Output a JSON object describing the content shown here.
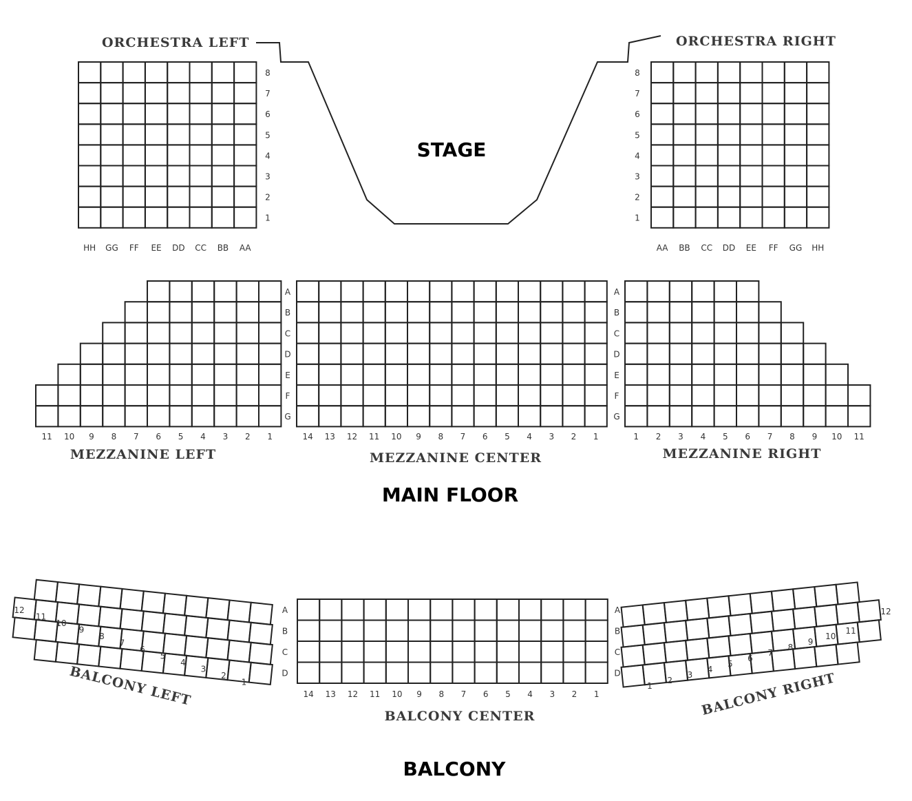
{
  "labels": {
    "stage": "STAGE",
    "main_floor": "MAIN FLOOR",
    "balcony": "BALCONY",
    "orchestra_left": "ORCHESTRA LEFT",
    "orchestra_right": "ORCHESTRA RIGHT",
    "mezzanine_left": "MEZZANINE LEFT",
    "mezzanine_center": "MEZZANINE CENTER",
    "mezzanine_right": "MEZZANINE RIGHT",
    "balcony_left": "BALCONY LEFT",
    "balcony_center": "BALCONY CENTER",
    "balcony_right": "BALCONY RIGHT"
  },
  "orchestra": {
    "rows": [
      "8",
      "7",
      "6",
      "5",
      "4",
      "3",
      "2",
      "1"
    ],
    "left_seats": [
      "HH",
      "GG",
      "FF",
      "EE",
      "DD",
      "CC",
      "BB",
      "AA"
    ],
    "right_seats": [
      "AA",
      "BB",
      "CC",
      "DD",
      "EE",
      "FF",
      "GG",
      "HH"
    ]
  },
  "mezzanine": {
    "rows": [
      "A",
      "B",
      "C",
      "D",
      "E",
      "F",
      "G"
    ],
    "left_seats": [
      "11",
      "10",
      "9",
      "8",
      "7",
      "6",
      "5",
      "4",
      "3",
      "2",
      "1"
    ],
    "center_seats": [
      "14",
      "13",
      "12",
      "11",
      "10",
      "9",
      "8",
      "7",
      "6",
      "5",
      "4",
      "3",
      "2",
      "1"
    ],
    "right_seats": [
      "1",
      "2",
      "3",
      "4",
      "5",
      "6",
      "7",
      "8",
      "9",
      "10",
      "11"
    ]
  },
  "balcony_section": {
    "rows": [
      "A",
      "B",
      "C",
      "D"
    ],
    "left_seats": [
      "12",
      "11",
      "10",
      "9",
      "8",
      "7",
      "6",
      "5",
      "4",
      "3",
      "2",
      "1"
    ],
    "center_seats": [
      "14",
      "13",
      "12",
      "11",
      "10",
      "9",
      "8",
      "7",
      "6",
      "5",
      "4",
      "3",
      "2",
      "1"
    ],
    "right_seats": [
      "1",
      "2",
      "3",
      "4",
      "5",
      "6",
      "7",
      "8",
      "9",
      "10",
      "11",
      "12"
    ],
    "highlighted_block": {
      "rows": [
        "C",
        "D"
      ],
      "seats": [
        "10",
        "9",
        "8",
        "7"
      ],
      "color": "#2b2b2b"
    }
  }
}
